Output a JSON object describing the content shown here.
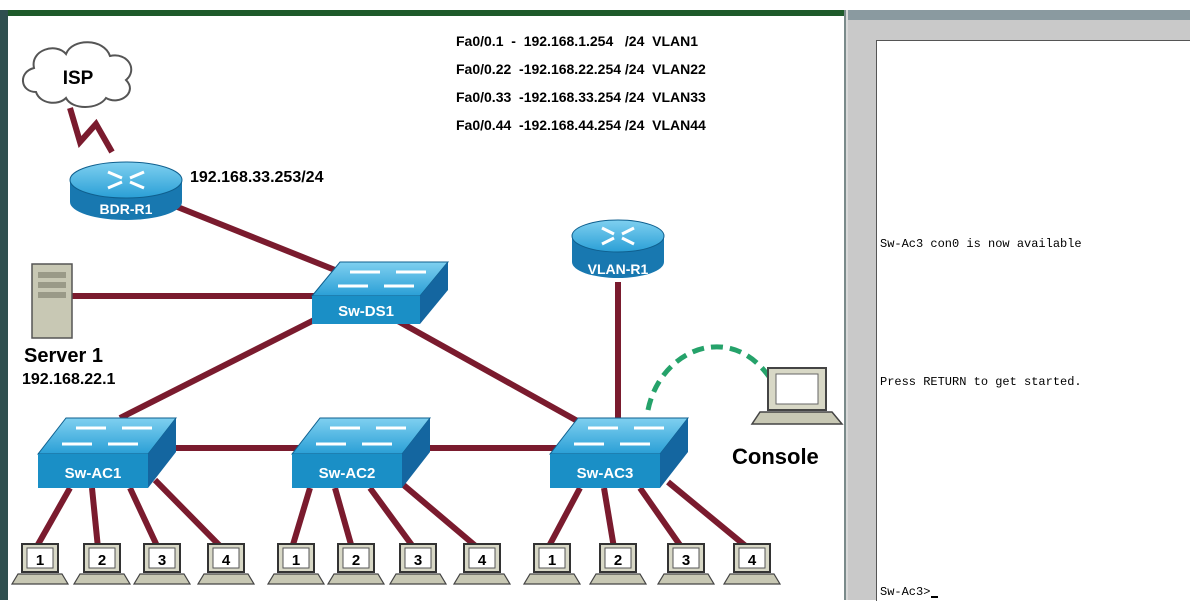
{
  "diagram": {
    "isp": "ISP",
    "bdr_router": "BDR-R1",
    "bdr_ip": "192.168.33.253/24",
    "vlan_router": "VLAN-R1",
    "distribution_switch": "Sw-DS1",
    "access_switches": [
      "Sw-AC1",
      "Sw-AC2",
      "Sw-AC3"
    ],
    "server_label": "Server 1",
    "server_ip": "192.168.22.1",
    "console_label": "Console",
    "pc_numbers": [
      "1",
      "2",
      "3",
      "4"
    ],
    "subinterfaces": [
      "Fa0/0.1  -  192.168.1.254   /24  VLAN1",
      "Fa0/0.22  -192.168.22.254 /24  VLAN22",
      "Fa0/0.33  -192.168.33.254 /24  VLAN33",
      "Fa0/0.44  -192.168.44.254 /24  VLAN44"
    ]
  },
  "terminal": {
    "line1": "Sw-Ac3 con0 is now available",
    "line2": "Press RETURN to get started.",
    "prompt": "Sw-Ac3>"
  },
  "colors": {
    "device_blue": "#1a8fc6",
    "link_maroon": "#7a1b2e",
    "console_cable": "#25a26a"
  }
}
